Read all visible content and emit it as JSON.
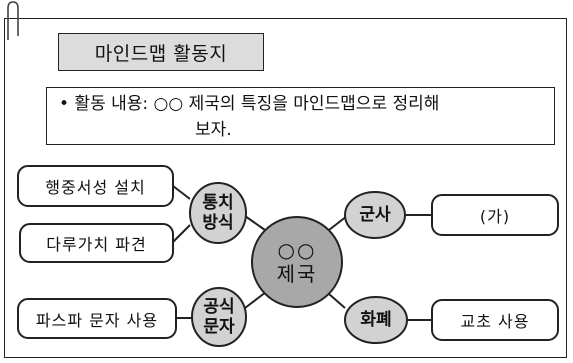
{
  "worksheet": {
    "title": "마인드맵 활동지",
    "activity_prefix": "• 활동 내용:",
    "activity_line1": "○○ 제국의 특징을 마인드맵으로 정리해",
    "activity_line2": "보자."
  },
  "mindmap": {
    "center": {
      "line1": "○○",
      "line2": "제국"
    },
    "branches": [
      {
        "label_line1": "통치",
        "label_line2": "방식",
        "leaves": [
          "행중서성 설치",
          "다루가치 파견"
        ]
      },
      {
        "label_line1": "공식",
        "label_line2": "문자",
        "leaves": [
          "파스파 문자 사용"
        ]
      },
      {
        "label_line1": "군사",
        "label_line2": "",
        "leaves": [
          "(가)"
        ]
      },
      {
        "label_line1": "화폐",
        "label_line2": "",
        "leaves": [
          "교초 사용"
        ]
      }
    ]
  },
  "colors": {
    "center_fill": "#a8a8a8",
    "branch_fill": "#d2d2d2",
    "title_fill": "#dcdcdc",
    "stroke": "#222222"
  }
}
